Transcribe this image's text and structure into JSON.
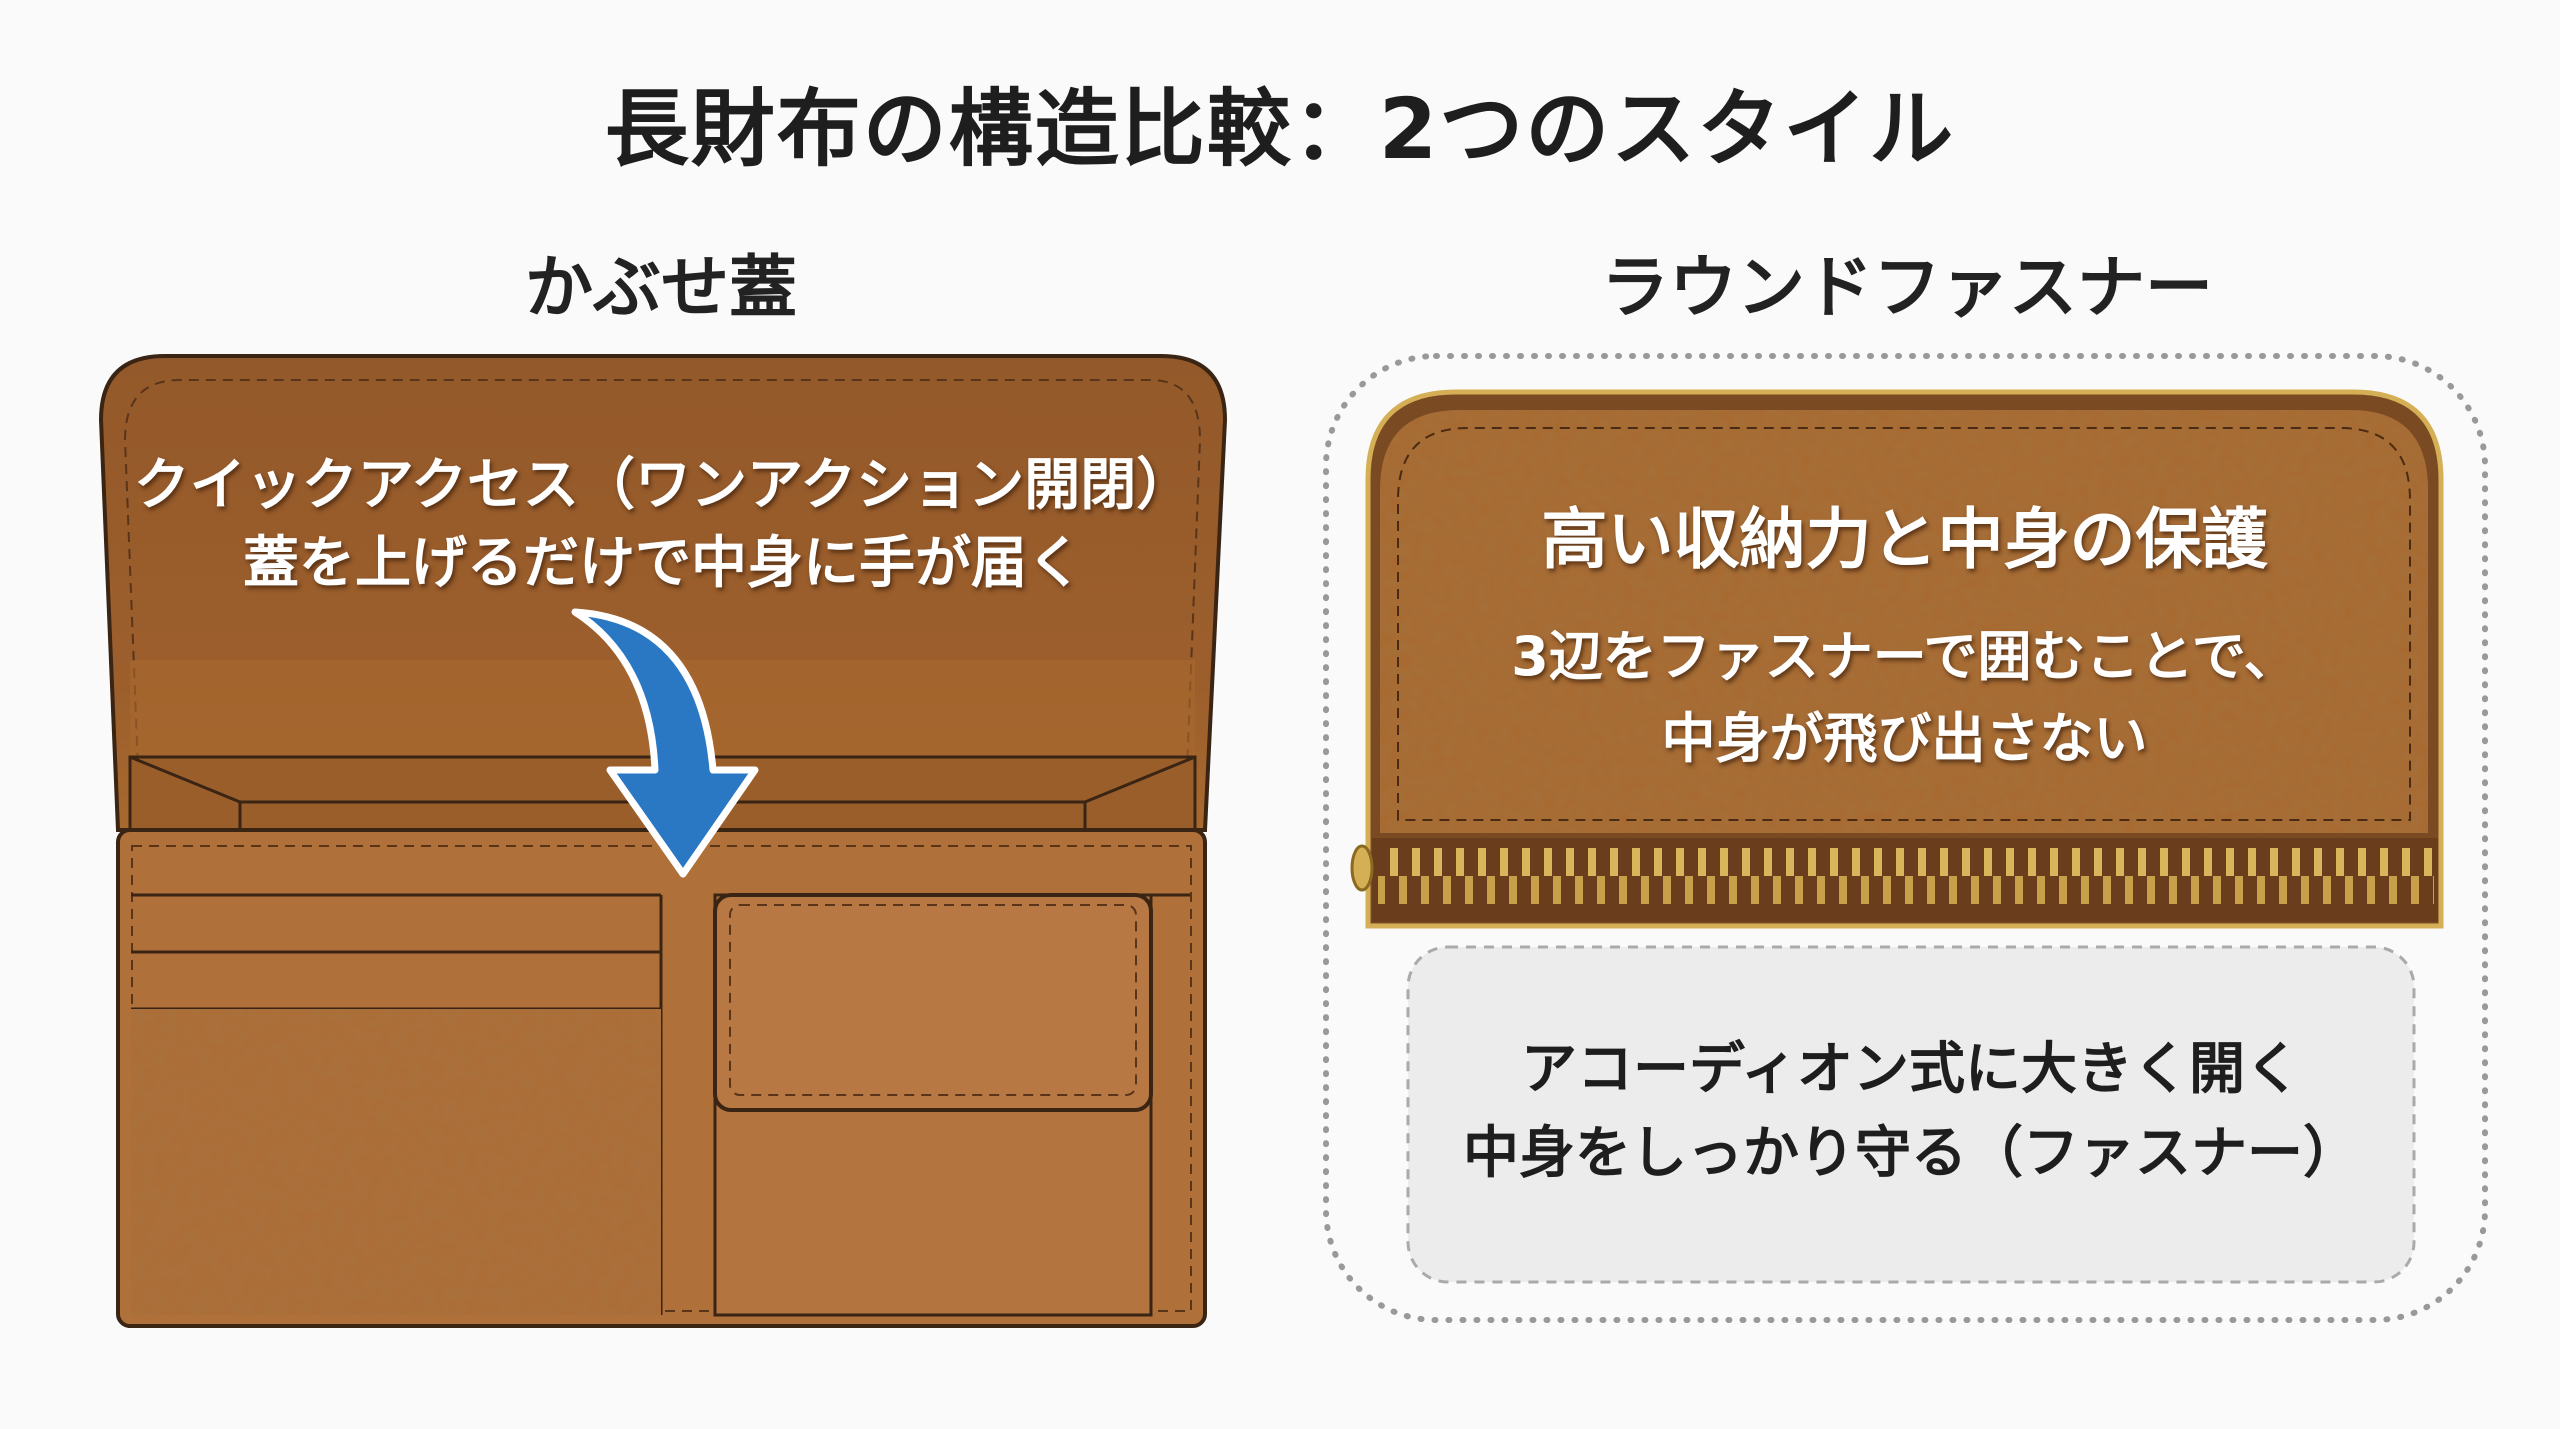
{
  "title": "長財布の構造比較：2つのスタイル",
  "left": {
    "heading": "かぶせ蓋",
    "line1": "クイックアクセス（ワンアクション開閉）",
    "line2": "蓋を上げるだけで中身に手が届く",
    "arrow_icon": "down-curved-arrow-icon"
  },
  "right": {
    "heading": "ラウンドファスナー",
    "panel_title": "高い収納力と中身の保護",
    "panel_line1": "3辺をファスナーで囲むことで、",
    "panel_line2": "中身が飛び出さない",
    "box_line1": "アコーディオン式に大きく開く",
    "box_line2": "中身をしっかり守る（ファスナー）"
  },
  "colors": {
    "leather": "#a8692f",
    "leather_dark": "#8a5426",
    "outline": "#3a2414",
    "arrow": "#2a78c4",
    "zipper": "#d4af55",
    "box": "#ececec"
  }
}
